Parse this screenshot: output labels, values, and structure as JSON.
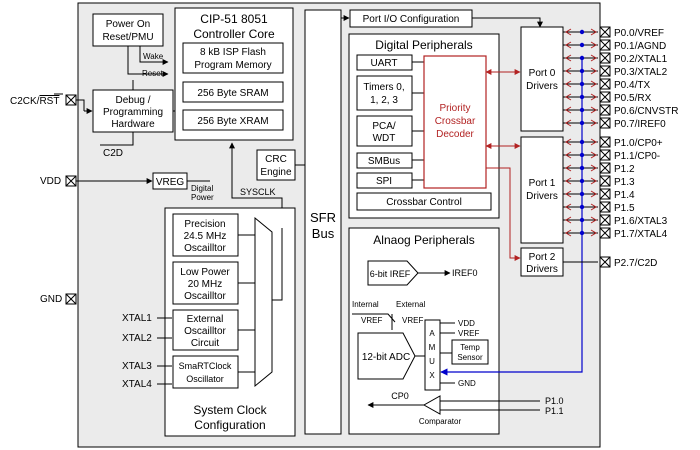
{
  "colors": {
    "chip_bg": "#ebebeb",
    "crossbar": "#b22222",
    "amux_bus": "#0000cc"
  },
  "core": {
    "title1": "CIP-51 8051",
    "title2": "Controller Core",
    "flash1": "8 kB ISP Flash",
    "flash2": "Program Memory",
    "sram": "256 Byte SRAM",
    "xram": "256 Byte XRAM"
  },
  "power": {
    "line1": "Power On",
    "line2": "Reset/PMU",
    "wake": "Wake",
    "reset": "Reset"
  },
  "debug": {
    "line1": "Debug /",
    "line2": "Programming",
    "line3": "Hardware",
    "c2d": "C2D"
  },
  "crc": {
    "line1": "CRC",
    "line2": "Engine"
  },
  "sysclk": "SYSCLK",
  "vreg": {
    "label": "VREG",
    "out1": "Digital",
    "out2": "Power"
  },
  "sfr": {
    "line1": "SFR",
    "line2": "Bus"
  },
  "portio": "Port I/O Configuration",
  "digital": {
    "title": "Digital Peripherals",
    "uart": "UART",
    "timers1": "Timers 0,",
    "timers2": "1, 2, 3",
    "pca1": "PCA/",
    "pca2": "WDT",
    "smbus": "SMBus",
    "spi": "SPI",
    "prio1": "Priority",
    "prio2": "Crossbar",
    "prio3": "Decoder",
    "xbar_ctrl": "Crossbar Control"
  },
  "analog": {
    "title": "Alnaog Peripherals",
    "iref": "6-bit IREF",
    "iref0": "IREF0",
    "internal": "Internal",
    "external": "External",
    "vref_a": "VREF",
    "vref_b": "VREF",
    "adc": "12-bit ADC",
    "amux": [
      "A",
      "M",
      "U",
      "X"
    ],
    "vdd": "VDD",
    "vref": "VREF",
    "temp1": "Temp",
    "temp2": "Sensor",
    "gnd": "GND",
    "cp0": "CP0",
    "comparator": "Comparator",
    "p10": "P1.0",
    "p11": "P1.1"
  },
  "clock": {
    "title1": "System Clock",
    "title2": "Configuration",
    "prec1": "Precision",
    "prec2": "24.5 MHz",
    "prec3": "Oscailltor",
    "lp1": "Low Power",
    "lp2": "20 MHz",
    "lp3": "Oscailltor",
    "ext1": "External",
    "ext2": "Oscailltor",
    "ext3": "Circuit",
    "rtc1": "SmaRTClock",
    "rtc2": "Oscillator",
    "xtal1": "XTAL1",
    "xtal2": "XTAL2",
    "xtal3": "XTAL3",
    "xtal4": "XTAL4"
  },
  "port_drivers": {
    "p0a": "Port 0",
    "p0b": "Drivers",
    "p1a": "Port 1",
    "p1b": "Drivers",
    "p2a": "Port 2",
    "p2b": "Drivers"
  },
  "pins_left": {
    "rst": "C2CK/RST",
    "vdd": "VDD",
    "gnd": "GND"
  },
  "pins_right": [
    "P0.0/VREF",
    "P0.1/AGND",
    "P0.2/XTAL1",
    "P0.3/XTAL2",
    "P0.4/TX",
    "P0.5/RX",
    "P0.6/CNVSTR",
    "P0.7/IREF0",
    "P1.0/CP0+",
    "P1.1/CP0-",
    "P1.2",
    "P1.3",
    "P1.4",
    "P1.5",
    "P1.6/XTAL3",
    "P1.7/XTAL4",
    "P2.7/C2D"
  ]
}
